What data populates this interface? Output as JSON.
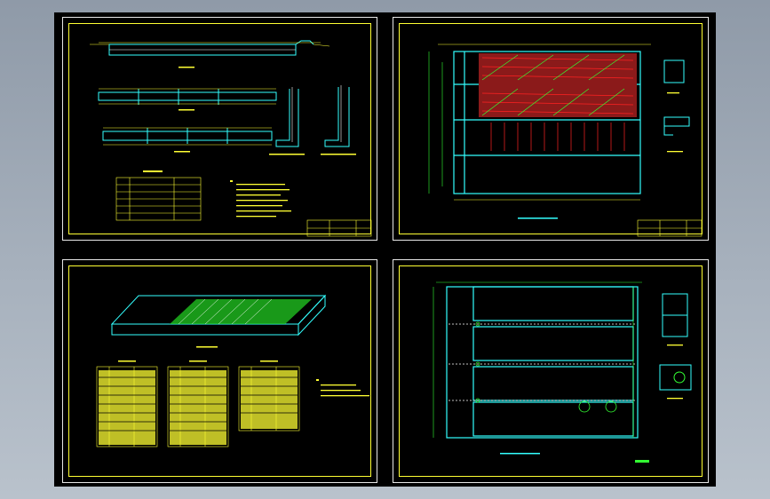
{
  "viewer": {
    "background_gradient": [
      "#8f9aa8",
      "#b9c2cc"
    ],
    "canvas_color": "#000000"
  },
  "colors": {
    "frame": "#e8e8e8",
    "border": "#ffff33",
    "cyan": "#33ffff",
    "green": "#33ff33",
    "red": "#ff2222",
    "white": "#ffffff"
  },
  "sheets": [
    {
      "name": "sheet-top-left",
      "content": "sections-and-legend-table"
    },
    {
      "name": "sheet-top-right",
      "content": "plan-with-hatched-area"
    },
    {
      "name": "sheet-bottom-left",
      "content": "axonometric-and-material-tables"
    },
    {
      "name": "sheet-bottom-right",
      "content": "plan-with-channels-and-details"
    }
  ]
}
